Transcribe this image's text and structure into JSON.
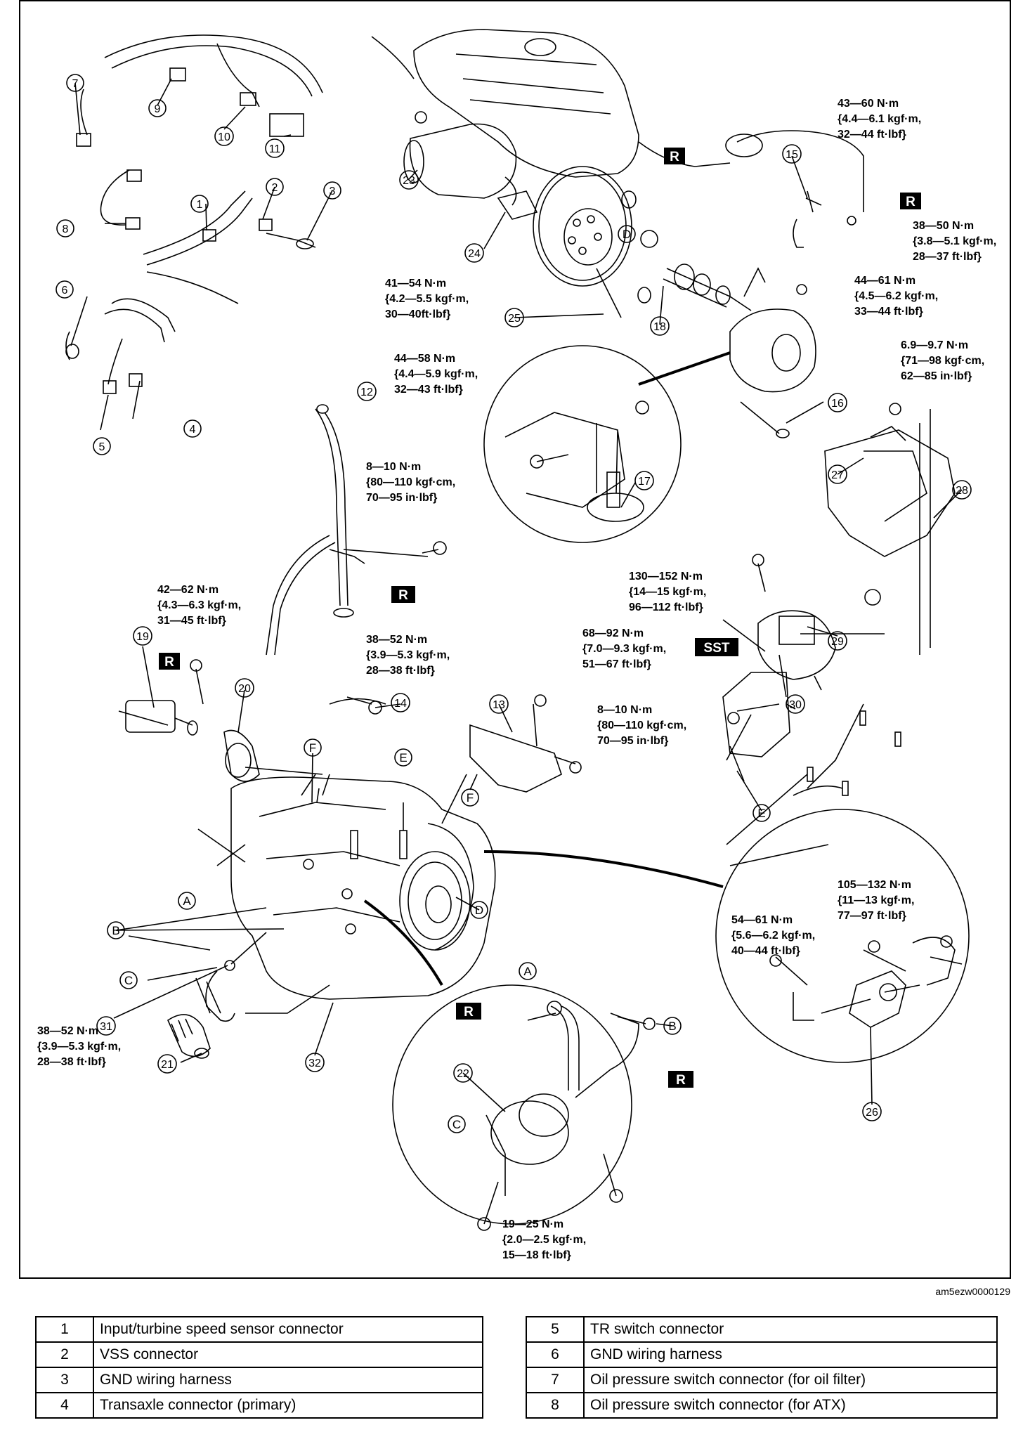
{
  "figure_code": "am5ezw0000129",
  "tags": {
    "r": "R",
    "sst": "SST"
  },
  "torque_specs": {
    "t43_60": [
      "43—60 N·m",
      "{4.4—6.1 kgf·m,",
      "32—44 ft·lbf}"
    ],
    "t38_50": [
      "38—50 N·m",
      "{3.8—5.1 kgf·m,",
      "28—37 ft·lbf}"
    ],
    "t44_61": [
      "44—61 N·m",
      "{4.5—6.2 kgf·m,",
      "33—44 ft·lbf}"
    ],
    "t6_9": [
      "6.9—9.7 N·m",
      "{71—98 kgf·cm,",
      "62—85 in·lbf}"
    ],
    "t41_54": [
      "41—54 N·m",
      "{4.2—5.5 kgf·m,",
      "30—40ft·lbf}"
    ],
    "t44_58": [
      "44—58 N·m",
      "{4.4—5.9 kgf·m,",
      "32—43 ft·lbf}"
    ],
    "t8_10a": [
      "8—10 N·m",
      "{80—110 kgf·cm,",
      "70—95 in·lbf}"
    ],
    "t42_62": [
      "42—62 N·m",
      "{4.3—6.3 kgf·m,",
      "31—45 ft·lbf}"
    ],
    "t38_52a": [
      "38—52 N·m",
      "{3.9—5.3 kgf·m,",
      "28—38 ft·lbf}"
    ],
    "t130_152": [
      "130—152 N·m",
      "{14—15 kgf·m,",
      "96—112 ft·lbf}"
    ],
    "t68_92": [
      "68—92 N·m",
      "{7.0—9.3 kgf·m,",
      "51—67 ft·lbf}"
    ],
    "t8_10b": [
      "8—10 N·m",
      "{80—110 kgf·cm,",
      "70—95 in·lbf}"
    ],
    "t105_132": [
      "105—132 N·m",
      "{11—13 kgf·m,",
      "77—97 ft·lbf}"
    ],
    "t54_61": [
      "54—61 N·m",
      "{5.6—6.2 kgf·m,",
      "40—44 ft·lbf}"
    ],
    "t38_52b": [
      "38—52 N·m",
      "{3.9—5.3 kgf·m,",
      "28—38 ft·lbf}"
    ],
    "t19_25": [
      "19—25 N·m",
      "{2.0—2.5 kgf·m,",
      "15—18 ft·lbf}"
    ]
  },
  "callouts": [
    "1",
    "2",
    "3",
    "4",
    "5",
    "6",
    "7",
    "8",
    "9",
    "10",
    "11",
    "12",
    "13",
    "14",
    "15",
    "16",
    "17",
    "18",
    "19",
    "20",
    "21",
    "22",
    "23",
    "24",
    "25",
    "26",
    "27",
    "28",
    "29",
    "30",
    "31",
    "32"
  ],
  "letters": {
    "a": "A",
    "b": "B",
    "c": "C",
    "d": "D",
    "e": "E",
    "f": "F"
  },
  "legend_left": [
    {
      "num": "1",
      "text": "Input/turbine speed sensor connector"
    },
    {
      "num": "2",
      "text": "VSS connector"
    },
    {
      "num": "3",
      "text": "GND wiring harness"
    },
    {
      "num": "4",
      "text": "Transaxle connector (primary)"
    }
  ],
  "legend_right": [
    {
      "num": "5",
      "text": "TR switch connector"
    },
    {
      "num": "6",
      "text": "GND wiring harness"
    },
    {
      "num": "7",
      "text": "Oil pressure switch connector (for oil filter)"
    },
    {
      "num": "8",
      "text": "Oil pressure switch connector (for ATX)"
    }
  ]
}
